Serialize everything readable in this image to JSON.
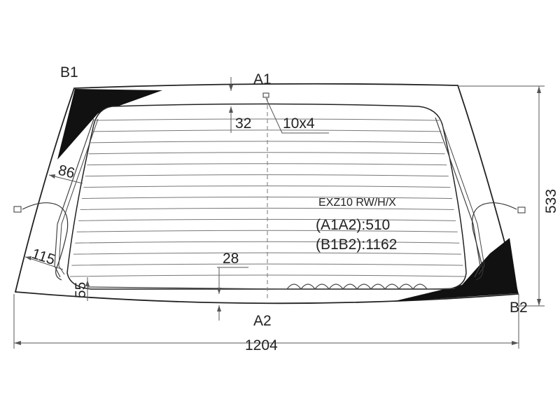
{
  "points": {
    "b1": "B1",
    "a1": "A1",
    "a2": "A2",
    "b2": "B2"
  },
  "dimensions": {
    "top_gap": "32",
    "connector_size": "10x4",
    "left_offset_86": "86",
    "left_offset_115": "115",
    "bottom_gap_28": "28",
    "bottom_offset_55": "55",
    "height": "533",
    "width": "1204"
  },
  "product": {
    "code": "EXZ10 RW/H/X",
    "a1a2": "(A1A2):510",
    "b1b2": "(B1B2):1162"
  },
  "heater_line_count": 15,
  "colors": {
    "outline": "#222222",
    "blackout": "#111111",
    "heater_lines": "#777777",
    "dimension_lines": "#555555"
  }
}
